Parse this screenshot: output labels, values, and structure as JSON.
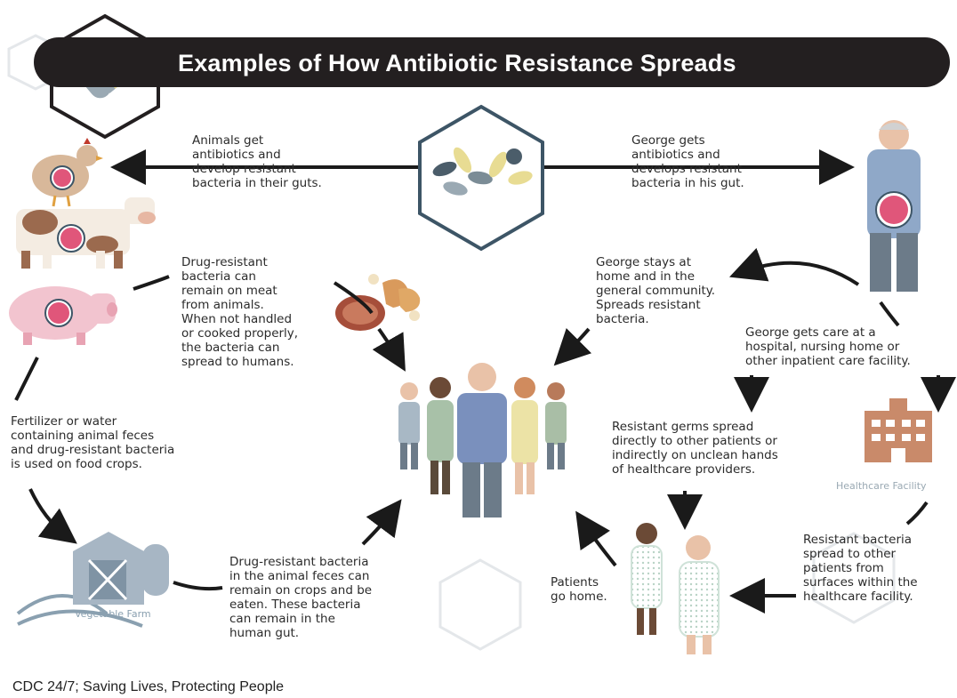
{
  "title": "Examples of How Antibiotic Resistance Spreads",
  "labels": {
    "animals_get": "Animals get\nantibiotics and\ndevelop resistant\nbacteria in their guts.",
    "george_gets": "George gets\nantibiotics and\ndevelops resistant\nbacteria in his gut.",
    "drug_resistant_meat": "Drug-resistant\nbacteria can\nremain on meat\nfrom animals.\nWhen not handled\nor cooked properly,\nthe bacteria can\nspread to humans.",
    "george_stays": "George stays at\nhome and in the\ngeneral community.\nSpreads resistant\nbacteria.",
    "george_care": "George gets care at a\nhospital, nursing home or\nother inpatient care facility.",
    "fertilizer": "Fertilizer or water\ncontaining animal feces\nand drug-resistant bacteria\nis used on food crops.",
    "germs_spread": "Resistant germs spread\ndirectly to other patients or\nindirectly on unclean hands\nof healthcare providers.",
    "crops": "Drug-resistant bacteria\nin the animal feces can\nremain on crops and be\neaten. These bacteria\ncan remain in the\nhuman gut.",
    "patients_home": "Patients\ngo home.",
    "surfaces": "Resistant bacteria\nspread to other\npatients from\nsurfaces within the\nhealthcare facility."
  },
  "tags": {
    "healthcare_facility": "Healthcare Facility",
    "vegetable_farm": "Vegetable Farm"
  },
  "footer": "CDC 24/7; Saving Lives, Protecting People",
  "colors": {
    "banner": "#231f20",
    "text": "#2b2b2b",
    "facility": "#c98a6a",
    "farm": "#8aa0b0",
    "gut": "#e0567a",
    "hex_outline": "#3d5566"
  },
  "icons": [
    "pill-capsule-icon",
    "pills-cluster-icon",
    "chicken-icon",
    "cow-icon",
    "pig-icon",
    "meat-icon",
    "people-group-icon",
    "george-person-icon",
    "healthcare-facility-icon",
    "vegetable-farm-icon",
    "patients-icon"
  ]
}
